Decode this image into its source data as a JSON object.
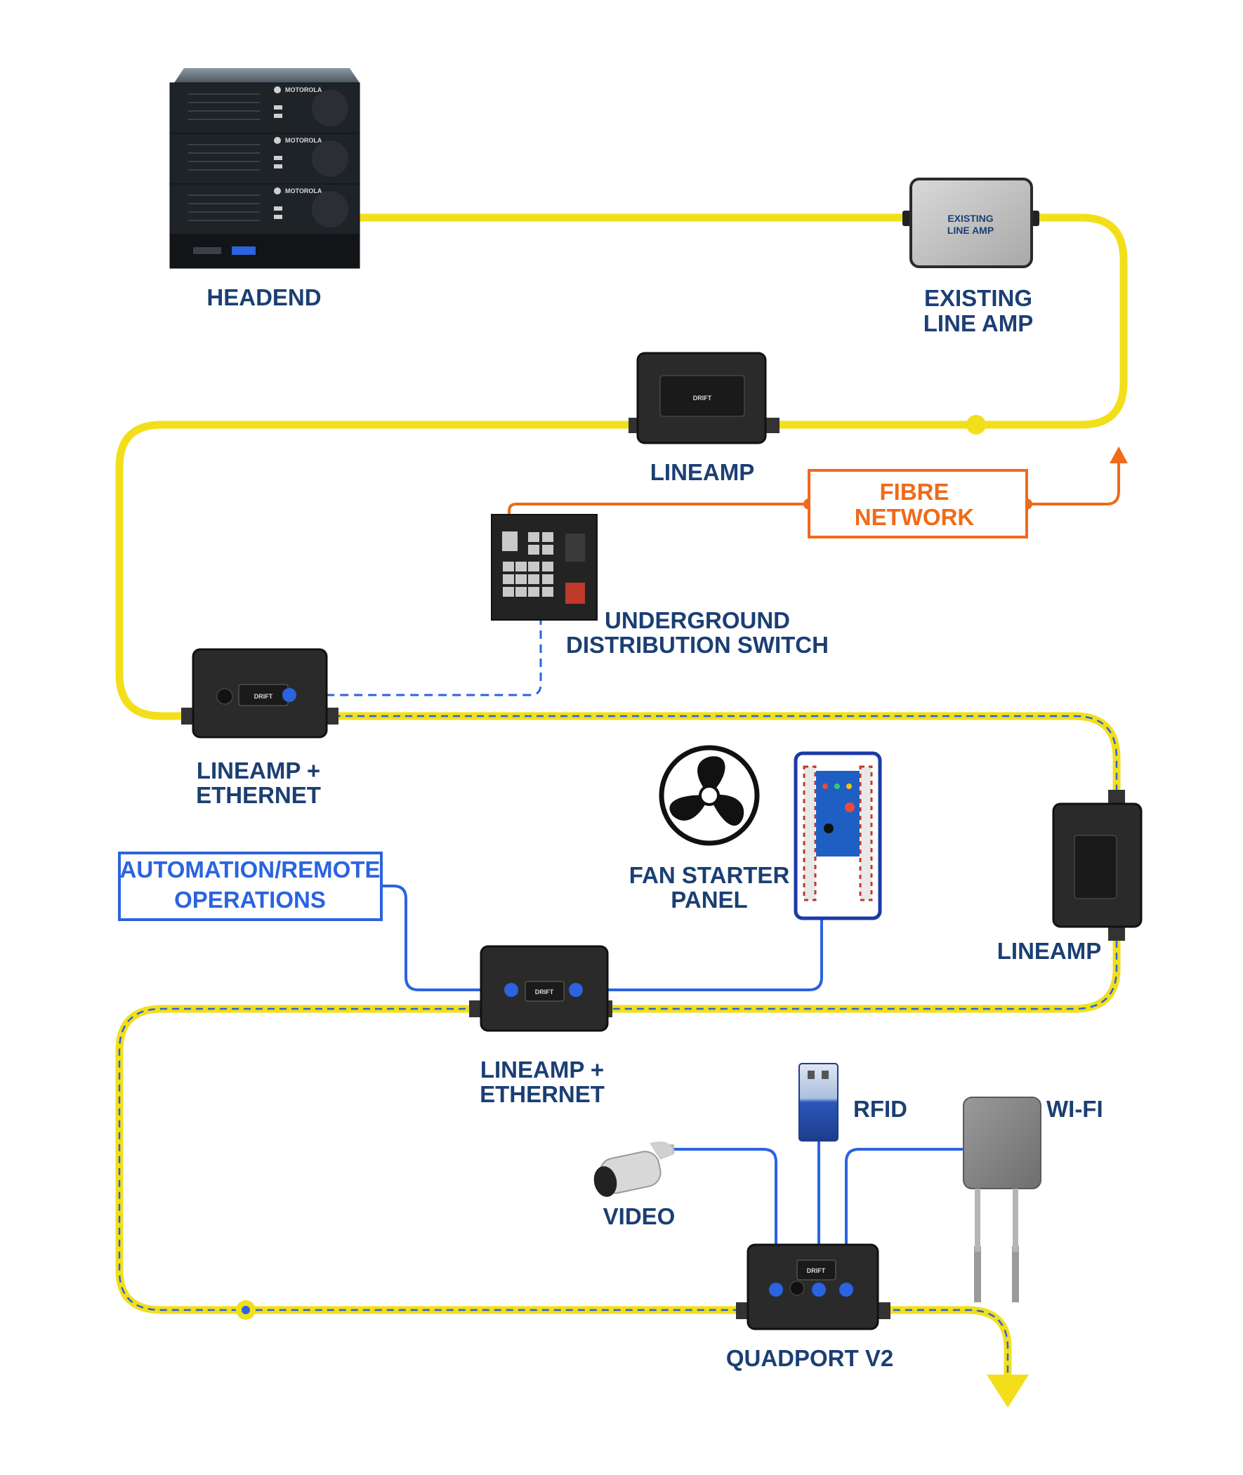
{
  "labels": {
    "headend": "HEADEND",
    "existing_line_amp_1": "EXISTING",
    "existing_line_amp_2": "LINE AMP",
    "existing_box_1": "EXISTING",
    "existing_box_2": "LINE AMP",
    "lineamp_top": "LINEAMP",
    "fibre_1": "FIBRE",
    "fibre_2": "NETWORK",
    "switch_1": "UNDERGROUND",
    "switch_2": "DISTRIBUTION SWITCH",
    "lineamp_eth_1a": "LINEAMP +",
    "lineamp_eth_1b": "ETHERNET",
    "fan_1": "FAN STARTER",
    "fan_2": "PANEL",
    "automation_1": "AUTOMATION/REMOTE",
    "automation_2": "OPERATIONS",
    "lineamp_right": "LINEAMP",
    "lineamp_eth_2a": "LINEAMP +",
    "lineamp_eth_2b": "ETHERNET",
    "rfid": "RFID",
    "wifi": "WI-FI",
    "video": "VIDEO",
    "quadport": "QUADPORT V2"
  },
  "device_text": {
    "motorola": "MOTOROLA",
    "drift": "DRIFT"
  },
  "colors": {
    "coax": "#f2df1a",
    "fibre": "#ef6a1a",
    "ethernet": "#2b63e0",
    "label": "#1b3f73",
    "device": "#2a2a2a"
  }
}
